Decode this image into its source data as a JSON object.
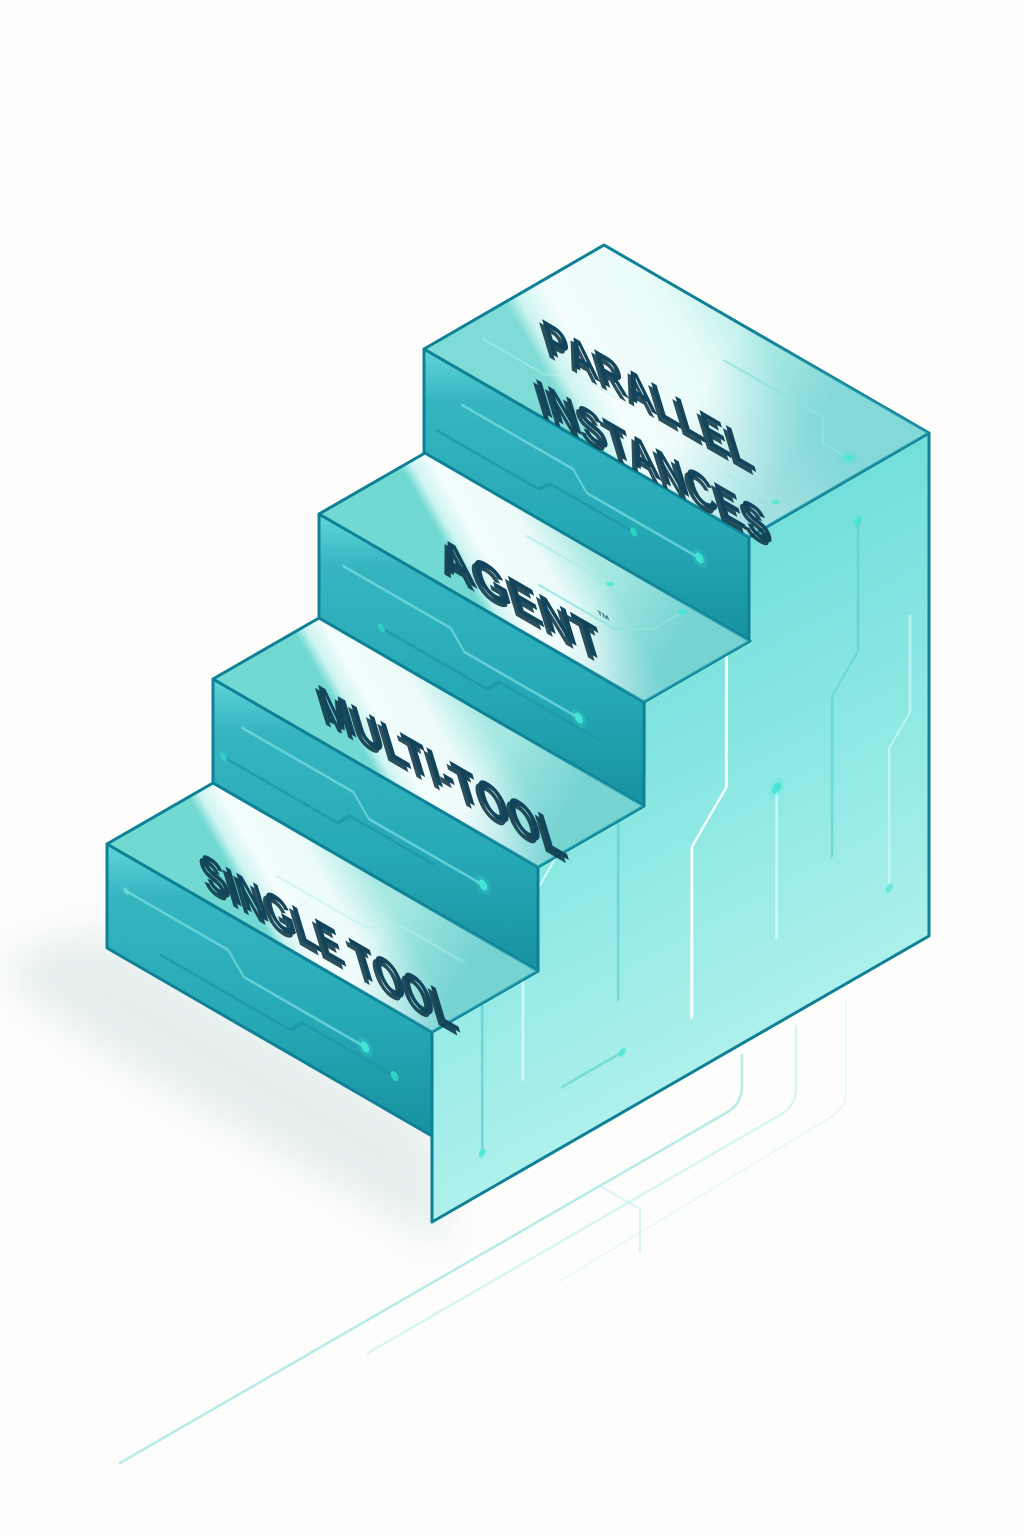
{
  "figure": {
    "kind": "isometric staircase illustration",
    "background": "#fdfdfc"
  },
  "steps": [
    {
      "level": 1,
      "position": "bottom",
      "label": "SINGLE TOOL"
    },
    {
      "level": 2,
      "position": "second",
      "label": "MULTI-TOOL"
    },
    {
      "level": 3,
      "position": "third",
      "label": "AGENT",
      "trademark": "™"
    },
    {
      "level": 4,
      "position": "top",
      "label": "PARALLEL INSTANCES",
      "lines": [
        "PARALLEL",
        "INSTANCES"
      ]
    }
  ],
  "colors": {
    "background": "#fdfdfc",
    "edge_outline": "#0f8196",
    "label_text": "#12455c",
    "label_extrusion": "#0a3140",
    "riser_light": "#5fd4da",
    "riser_dark": "#17919f",
    "tread_highlight": "#f2fdfc",
    "tread_aqua": "#a5e8e1",
    "side_panel": "#8de8e3",
    "side_panel_light": "#c6f6f2",
    "circuit_line_light": "#7ae0e0",
    "circuit_line_dark": "#1c95a4",
    "circuit_dot": "#41e8d8",
    "floor_echo_line": "#a8e8e4",
    "shadow": "#d9e6e6"
  }
}
